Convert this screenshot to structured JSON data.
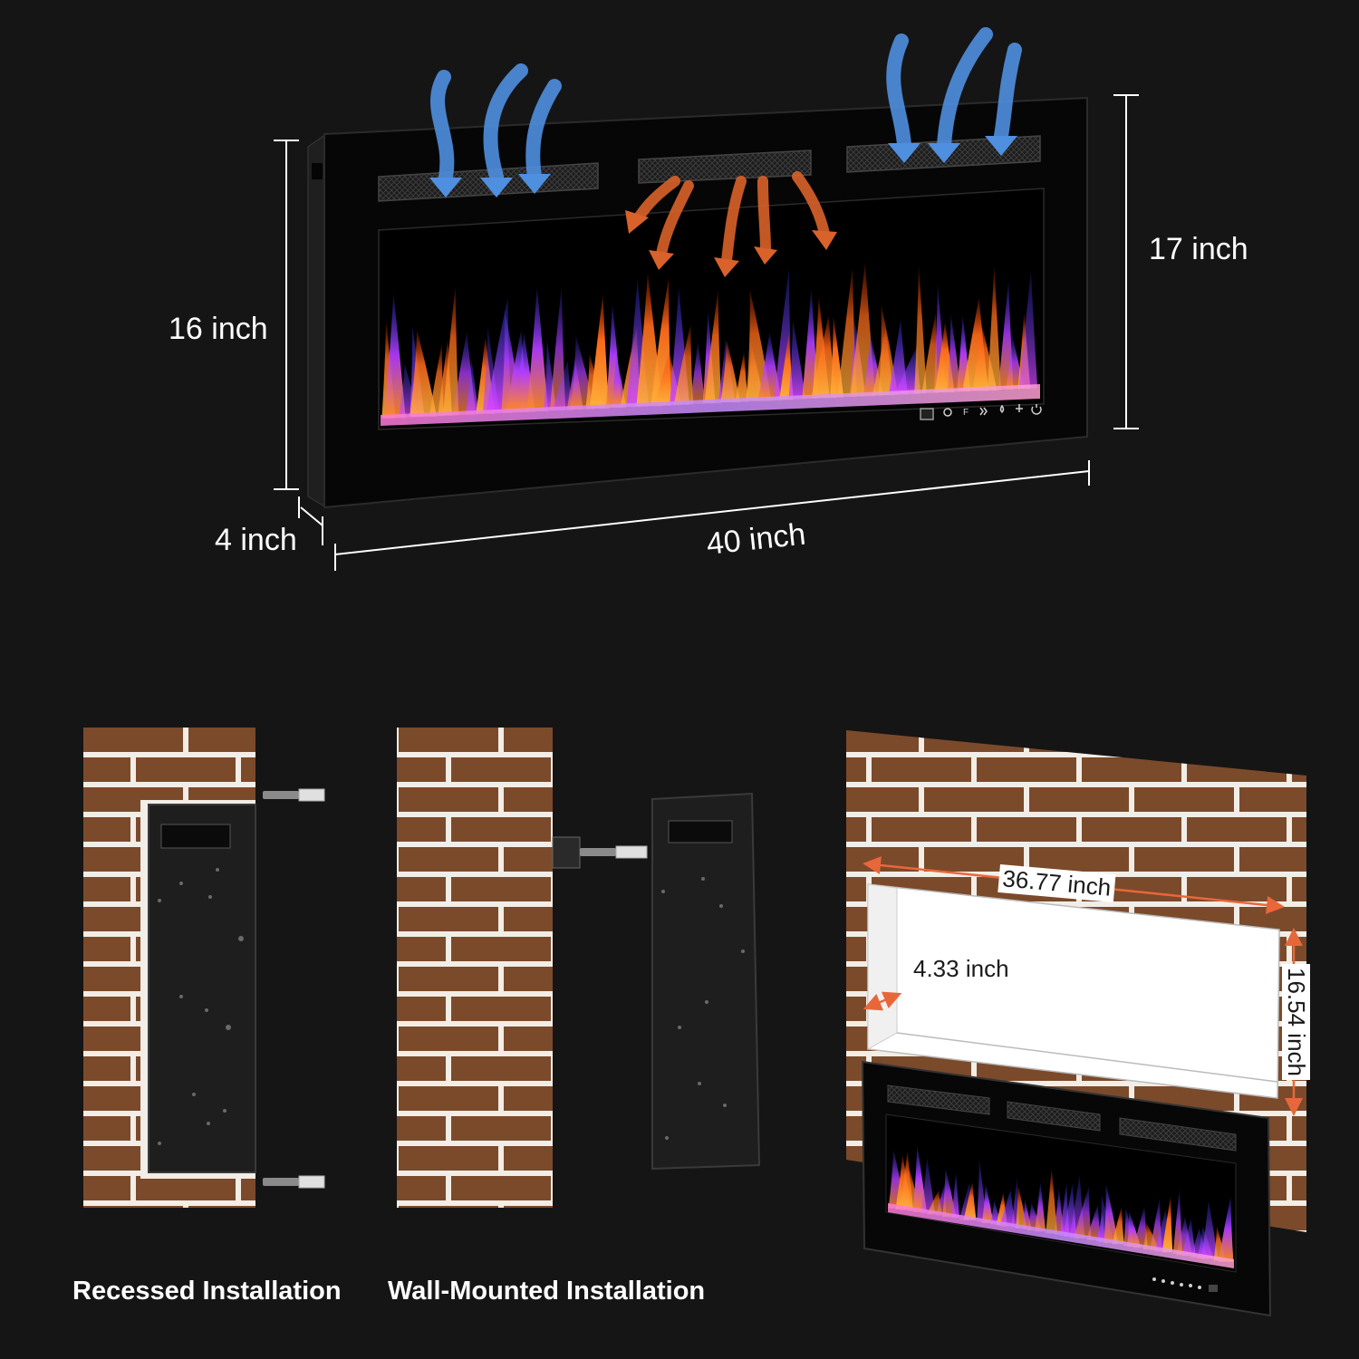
{
  "dimensions": {
    "height_front": "16 inch",
    "height_side": "17 inch",
    "depth": "4 inch",
    "width": "40 inch"
  },
  "cutout": {
    "width": "36.77 inch",
    "depth": "4.33 inch",
    "height": "16.54 inch"
  },
  "captions": {
    "recessed": "Recessed Installation",
    "wall_mounted": "Wall-Mounted Installation"
  },
  "colors": {
    "background": "#151515",
    "brick": "#7b4a2b",
    "mortar": "#f2ede6",
    "dimension_line": "#ffffff",
    "cool_air_arrow": "#4f8fe0",
    "hot_air_arrow": "#d9622a",
    "cutout_arrow": "#e8673a"
  },
  "control_icons": [
    "light-icon",
    "timer-icon",
    "fahrenheit-icon",
    "heat-icon",
    "flame-icon",
    "fan-icon",
    "power-icon"
  ]
}
